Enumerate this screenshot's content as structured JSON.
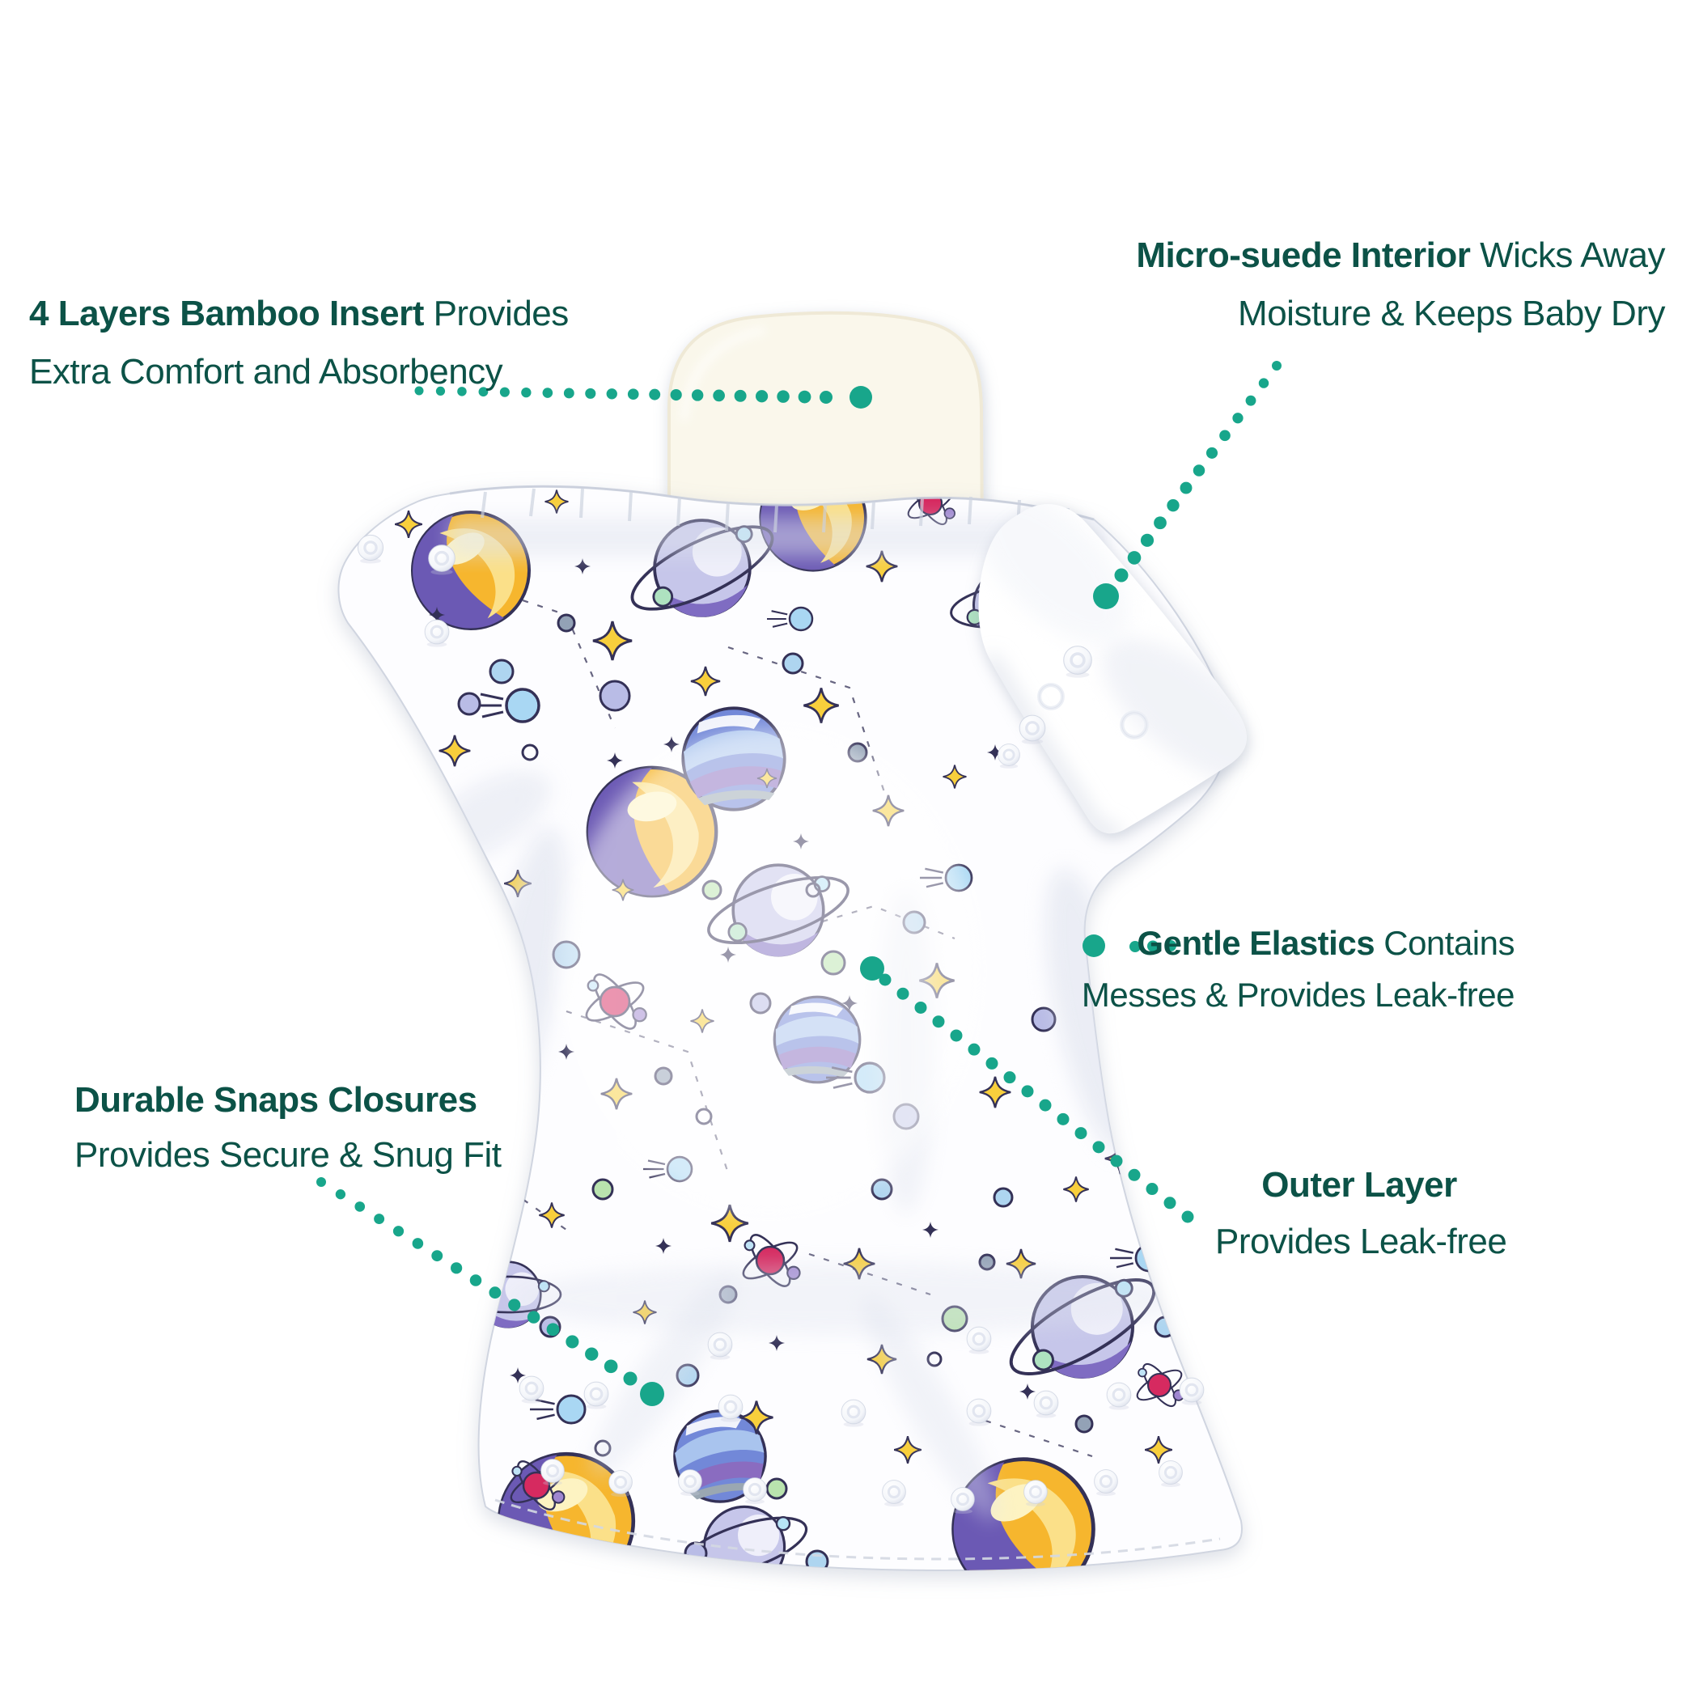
{
  "colors": {
    "text_green": "#0c5247",
    "accent_teal": "#18a68b",
    "insert_cream": "#faf7eb",
    "fabric_white": "#fdfdff",
    "pattern_outline": "#343157",
    "pattern_yellow": "#f8cf3c",
    "pattern_lavender": "#c6c6ea",
    "pattern_purple": "#7f6cc2",
    "pattern_blue": "#7288d8",
    "pattern_red": "#d62a60"
  },
  "illustration": {
    "name": "cloth-diaper-with-bamboo-insert",
    "description": "Pocket cloth diaper with space planets print, white snap closures and cream bamboo insert at top"
  },
  "callouts": {
    "bamboo": {
      "bold": "4 Layers Bamboo Insert",
      "rest": " Provides",
      "line2": "Extra Comfort and Absorbency"
    },
    "micro": {
      "bold": "Micro-suede Interior",
      "rest": " Wicks Away",
      "line2": "Moisture & Keeps Baby Dry"
    },
    "gentle": {
      "bold": "Gentle Elastics",
      "rest": " Contains",
      "line2": "Messes & Provides Leak-free"
    },
    "durable": {
      "bold": "Durable Snaps Closures",
      "rest": "",
      "line2": "Provides Secure & Snug Fit"
    },
    "outer": {
      "bold": "Outer Layer",
      "rest": "",
      "line2": "Provides Leak-free"
    }
  }
}
